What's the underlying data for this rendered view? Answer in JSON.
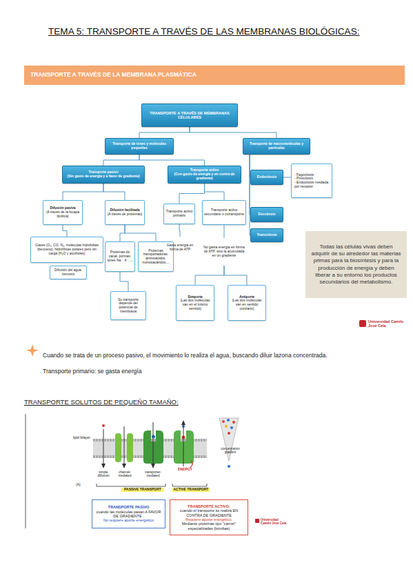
{
  "diagram": {
    "title": "TEMA 5: TRANSPORTE A TRAVÉS DE LAS MEMBRANAS BIOLÓGICAS:",
    "nodes": [
      {
        "text": [
          "TRANSPORTE A TRAVÉS DE LA MEMBRANA PLASMÁTICA"
        ]
      },
      {
        "text": [
          "TRANSPORTE A TRAVÉS DE MEMBRANAS CELULARES"
        ]
      },
      {
        "text": [
          "Transporte de iones y moléculas pequeñas"
        ]
      },
      {
        "text": [
          "Transporte de macromoléculas y partículas"
        ]
      },
      {
        "text": [
          "Transporte pasivo",
          "(Sin gasto de energía y a favor de gradiente)"
        ]
      },
      {
        "text": [
          "Transporte activo",
          "(Con gasto de energía y en contra de gradiente)"
        ]
      },
      {
        "text": [
          "Endocitosis"
        ]
      },
      {
        "text": [
          "- Fagocitosis",
          "- Pinocitosis",
          "- Endocitosis mediada por receptor"
        ]
      },
      {
        "text": [
          "Difusión pasiva",
          "(A través de la bicapa lipídica)"
        ]
      },
      {
        "text": [
          "Difusión facilitada",
          "(A través de proteínas)"
        ]
      },
      {
        "text": [
          "Transporte activo primario"
        ]
      },
      {
        "text": [
          "Transporte activo secundario o cotransporte"
        ]
      },
      {
        "text": [
          "Exocitosis"
        ]
      },
      {
        "text": [
          "Transcitosis"
        ]
      },
      {
        "text": [
          "Gases (O₂, CO, N₂, moléculas hidrófobas (benceno), hidrofílicas polares pero sin carga (H₂O y alcoholes)"
        ]
      },
      {
        "text": [
          "Difusión del agua: ósmosis"
        ]
      },
      {
        "text": [
          "Proteínas de canal, porinas: iones Na⁺, K⁺,..."
        ]
      },
      {
        "text": [
          "Proteínas transportadoras: aminoácidos, monosacáridos,..."
        ]
      },
      {
        "text": [
          "Gasta energía en forma de ATP"
        ]
      },
      {
        "text": [
          "No gasta energía en forma de ATP, sino la acumulada en un gradiente"
        ]
      },
      {
        "text": [
          "Todas las células vivas deben adquirir de su alrededor las materias primas para la biosíntesis y para la producción de energía y deben liberar a su entorno los productos secundarios del metabolismo."
        ]
      },
      {
        "text": [
          "Su transporte depende del potencial de membrana"
        ]
      },
      {
        "text": [
          "Simporte",
          "(Las dos moléculas van en el mismo sentido)"
        ]
      },
      {
        "text": [
          "Antiporte",
          "(Las dos moléculas van en sentido contrario)"
        ]
      },
      {
        "text": [
          "TRANSPORTE PASIVO",
          "cuando las moléculas pasan A FAVOR DE GRADIENTE .",
          "No requiere aporte energético"
        ]
      },
      {
        "text": [
          "TRANSPORTE ACTIVO:",
          "cuando el transporte se realiza EN CONTRA DE GRADIENTE",
          "Requiere aporte energético.",
          "Mediante proteínas tipo \"carrier\" especializadas (bombas)"
        ]
      }
    ],
    "edges": [
      {
        "from": 1,
        "to": 2,
        "arrow": "none"
      },
      {
        "from": 1,
        "to": 3,
        "arrow": "none"
      },
      {
        "from": 2,
        "to": 4,
        "arrow": "none"
      },
      {
        "from": 2,
        "to": 5,
        "arrow": "none"
      },
      {
        "from": 3,
        "to": 6,
        "arrow": "none"
      },
      {
        "from": 3,
        "to": 12,
        "arrow": "none"
      },
      {
        "from": 3,
        "to": 13,
        "arrow": "none"
      },
      {
        "from": 6,
        "to": 7,
        "arrow": "none"
      },
      {
        "from": 4,
        "to": 8,
        "arrow": "none"
      },
      {
        "from": 4,
        "to": 9,
        "arrow": "none"
      },
      {
        "from": 5,
        "to": 10,
        "arrow": "none"
      },
      {
        "from": 5,
        "to": 11,
        "arrow": "none"
      },
      {
        "from": 8,
        "to": 14,
        "arrow": "none"
      },
      {
        "from": 9,
        "to": 16,
        "arrow": "none"
      },
      {
        "from": 9,
        "to": 17,
        "arrow": "none"
      },
      {
        "from": 10,
        "to": 18,
        "arrow": "none"
      },
      {
        "from": 11,
        "to": 19,
        "arrow": "none"
      },
      {
        "from": 16,
        "to": 21,
        "arrow": "none"
      },
      {
        "from": 19,
        "to": 22,
        "arrow": "none"
      },
      {
        "from": 19,
        "to": 23,
        "arrow": "none"
      }
    ],
    "labels": [
      "Cuando se trata de un proceso pasivo, el movimiento lo realiza el agua, buscando diluir lazona concentrada.",
      "Transporte primario: se gasta energía",
      "TRANSPORTE SOLUTOS DE PEQUEÑO TAMAÑO:",
      "lipid bilayer",
      "simple diffusion",
      "channel-mediated",
      "transporter-mediated",
      "ENERGY",
      "concentration gradient",
      "(A)",
      "PASSIVE TRANSPORT",
      "ACTIVE TRANSPORT",
      "Universidad Camilo José Cela",
      "Universidad Camilo José Cela"
    ]
  }
}
